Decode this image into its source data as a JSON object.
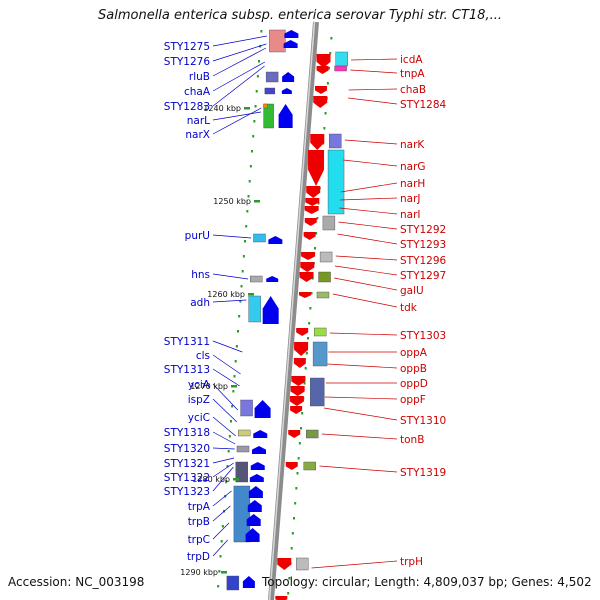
{
  "title": "Salmonella enterica subsp. enterica serovar Typhi str. CT18,...",
  "footer": {
    "accession": "Accession: NC_003198",
    "stats": "Topology: circular; Length: 4,809,037 bp; Genes: 4,502"
  },
  "colors": {
    "left_label": "#0000cc",
    "right_label": "#cc0000",
    "backbone": "#8c8c8c",
    "dots": "#2a9a2a"
  },
  "ticks": [
    "1240 kbp",
    "1250 kbp",
    "1260 kbp",
    "1270 kbp",
    "1280 kbp",
    "1290 kbp"
  ],
  "left_labels": [
    "STY1275",
    "STY1276",
    "rluB",
    "chaA",
    "STY1283",
    "narL",
    "narX",
    "purU",
    "hns",
    "adh",
    "STY1311",
    "cls",
    "STY1313",
    "yciA",
    "ispZ",
    "yciC",
    "STY1318",
    "STY1320",
    "STY1321",
    "STY1322",
    "STY1323",
    "trpA",
    "trpB",
    "trpC",
    "trpD"
  ],
  "right_labels": [
    "icdA",
    "tnpA",
    "chaB",
    "STY1284",
    "narK",
    "narG",
    "narH",
    "narJ",
    "narI",
    "STY1292",
    "STY1293",
    "STY1296",
    "STY1297",
    "galU",
    "tdk",
    "STY1303",
    "oppA",
    "oppB",
    "oppD",
    "oppF",
    "STY1310",
    "tonB",
    "STY1319",
    "trpH"
  ]
}
